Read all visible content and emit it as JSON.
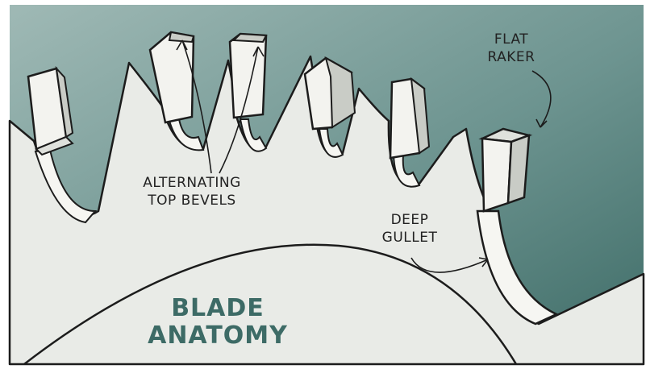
{
  "title": {
    "line1": "BLADE",
    "line2": "ANATOMY"
  },
  "labels": {
    "flat_raker": {
      "line1": "FLAT",
      "line2": "RAKER"
    },
    "alternating_top_bevels": {
      "line1": "ALTERNATING",
      "line2": "TOP BEVELS"
    },
    "deep_gullet": {
      "line1": "DEEP",
      "line2": "GULLET"
    }
  },
  "colors": {
    "background_teal": "#4e7b77",
    "blade_fill": "#e9ebe7",
    "tooth_fill": "#f3f3ef",
    "tooth_shade": "#c9ccc6",
    "outline": "#1c1c1c",
    "title_color": "#3d6b66"
  }
}
